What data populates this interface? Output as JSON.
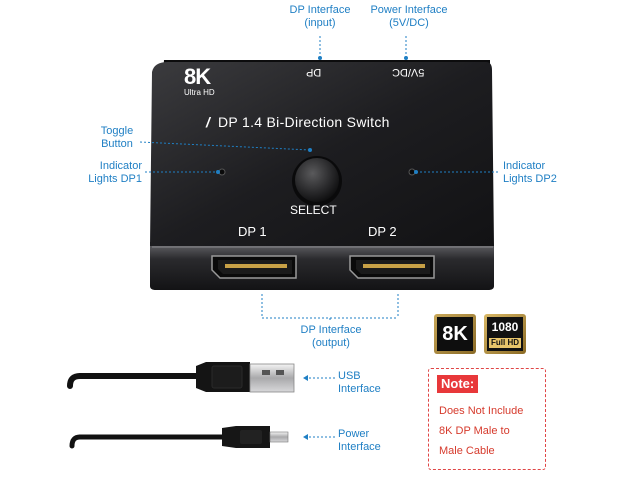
{
  "callouts": {
    "dp_input": [
      "DP Interface",
      "(input)"
    ],
    "power_top": [
      "Power Interface",
      "(5V/DC)"
    ],
    "toggle": [
      "Toggle",
      "Button"
    ],
    "ind_dp1": [
      "Indicator",
      "Lights DP1"
    ],
    "ind_dp2": [
      "Indicator",
      "Lights DP2"
    ],
    "dp_output": [
      "DP Interface",
      "(output)"
    ],
    "usb": [
      "USB",
      "Interface"
    ],
    "power_bottom": [
      "Power",
      "Interface"
    ]
  },
  "device": {
    "logo_8k": "8K",
    "logo_sub": "Ultra HD",
    "top_dp": "DP",
    "top_5v": "5V/DC",
    "title": "DP 1.4 Bi-Direction Switch",
    "select": "SELECT",
    "port1": "DP 1",
    "port2": "DP 2"
  },
  "badges": {
    "k8": "8K",
    "res": "1080",
    "res_sub": "Full HD"
  },
  "note": {
    "title": "Note:",
    "lines": [
      "Does Not Include",
      "8K DP Male to",
      "Male Cable"
    ]
  },
  "colors": {
    "callout": "#1f7fc4",
    "device": "#1c1c1e",
    "note": "#e8383a"
  }
}
